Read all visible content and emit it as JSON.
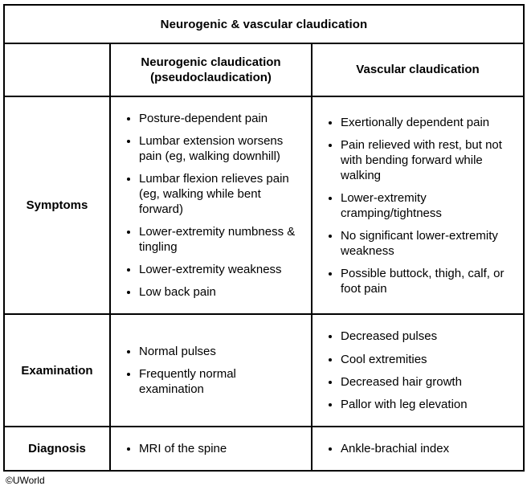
{
  "title": "Neurogenic & vascular claudication",
  "header": {
    "col2": "Neurogenic claudication (pseudoclaudication)",
    "col3": "Vascular claudication"
  },
  "rows": [
    {
      "label": "Symptoms",
      "neurogenic": [
        "Posture-dependent pain",
        "Lumbar extension worsens pain (eg, walking downhill)",
        "Lumbar flexion relieves pain (eg, walking while bent forward)",
        "Lower-extremity numbness & tingling",
        "Lower-extremity weakness",
        "Low back pain"
      ],
      "vascular": [
        "Exertionally dependent pain",
        "Pain relieved with rest, but not with bending forward while walking",
        "Lower-extremity cramping/tightness",
        "No significant lower-extremity weakness",
        "Possible buttock, thigh, calf, or foot pain"
      ]
    },
    {
      "label": "Examination",
      "neurogenic": [
        "Normal pulses",
        "Frequently normal examination"
      ],
      "vascular": [
        "Decreased pulses",
        "Cool extremities",
        "Decreased hair growth",
        "Pallor with leg elevation"
      ]
    },
    {
      "label": "Diagnosis",
      "neurogenic": [
        "MRI of the spine"
      ],
      "vascular": [
        "Ankle-brachial index"
      ]
    }
  ],
  "footer": {
    "credit": "©UWorld"
  },
  "colors": {
    "border": "#000000",
    "text": "#000000",
    "background": "#ffffff"
  }
}
